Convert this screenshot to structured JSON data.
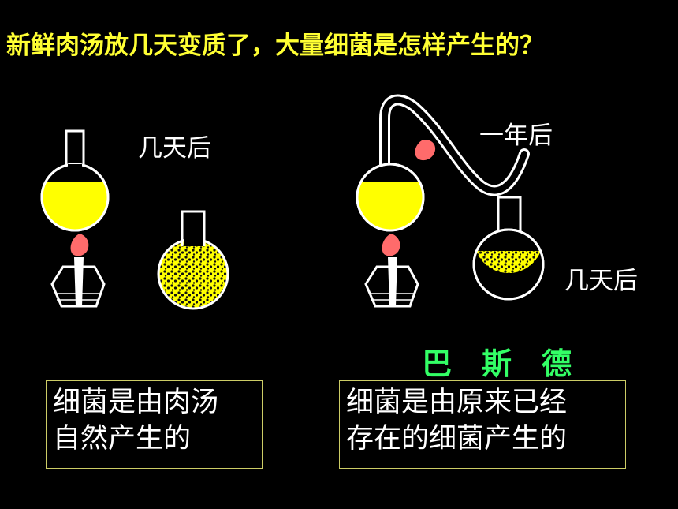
{
  "title": "新鲜肉汤放几天变质了，大量细菌是怎样产生的？",
  "labels": {
    "left_days": "几天后",
    "one_year": "一年后",
    "right_days": "几天后"
  },
  "scientist": "巴　斯　德",
  "conclusions": {
    "left_line1": "细菌是由肉汤",
    "left_line2": "自然产生的",
    "right_line1": "细菌是由原来已经",
    "right_line2": "存在的细菌产生的"
  },
  "colors": {
    "broth": "#ffff00",
    "flame": "#ff6666",
    "title": "#ffff33",
    "scientist": "#33ff66"
  }
}
